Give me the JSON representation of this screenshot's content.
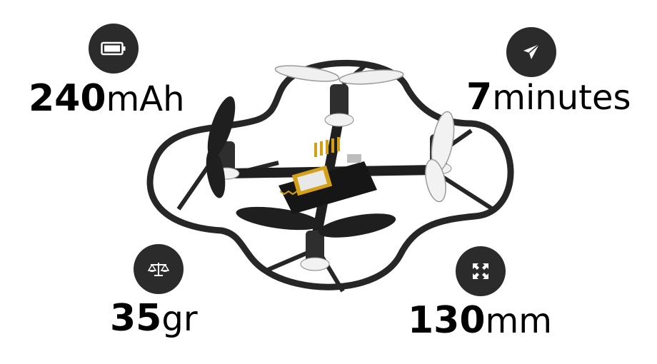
{
  "stats": {
    "battery": {
      "number": "240",
      "unit": "mAh",
      "icon": "battery-icon"
    },
    "flight_time": {
      "number": "7",
      "unit": "minutes",
      "icon": "paper-plane-icon"
    },
    "weight": {
      "number": "35",
      "unit": "gr",
      "icon": "scale-icon"
    },
    "size": {
      "number": "130",
      "unit": "mm",
      "icon": "expand-arrows-icon"
    }
  },
  "colors": {
    "icon_background": "#2b2b2b",
    "icon_foreground": "#ffffff",
    "text": "#000000",
    "drone_frame": "#262626",
    "propeller_white": "#f2f2f2",
    "pcb": "#1a1a1a",
    "gold": "#d4a017"
  }
}
